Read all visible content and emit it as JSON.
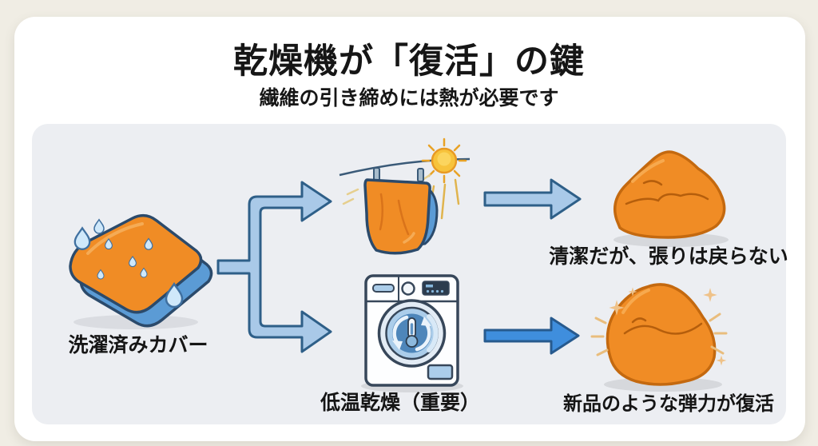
{
  "header": {
    "title": "乾燥機が「復活」の鍵",
    "subtitle": "繊維の引き締めには熱が必要です"
  },
  "flow": {
    "source_label": "洗濯済みカバー",
    "air_dry_result_label": "清潔だが、張りは戻らない",
    "machine_step_label": "低温乾燥（重要）",
    "machine_result_label": "新品のような弾力が復活"
  },
  "icons": {
    "source": "wet-cover-with-drops",
    "branch": "split-arrow",
    "path_top": "clothesline-sun-air-dry",
    "path_bottom": "dryer-low-heat",
    "result_top": "deflated-beanbag",
    "result_bottom": "plump-beanbag-sparkles"
  },
  "colors": {
    "page_background": "#f0ede4",
    "card_background": "#ffffff",
    "panel_background": "#eceef2",
    "text": "#161616",
    "arrow_light_fill": "#a9c9e8",
    "arrow_outline": "#2e5f88",
    "arrow_bold_fill": "#3f8edd",
    "item_orange": "#f08c25",
    "orange_outline": "#c4690f",
    "cover_blue": "#5b9bd5",
    "drop_blue": "#cfe8fa",
    "sun_yellow": "#f7c33c",
    "sparkle": "#efc289",
    "machine_blue": "#abcdea"
  }
}
